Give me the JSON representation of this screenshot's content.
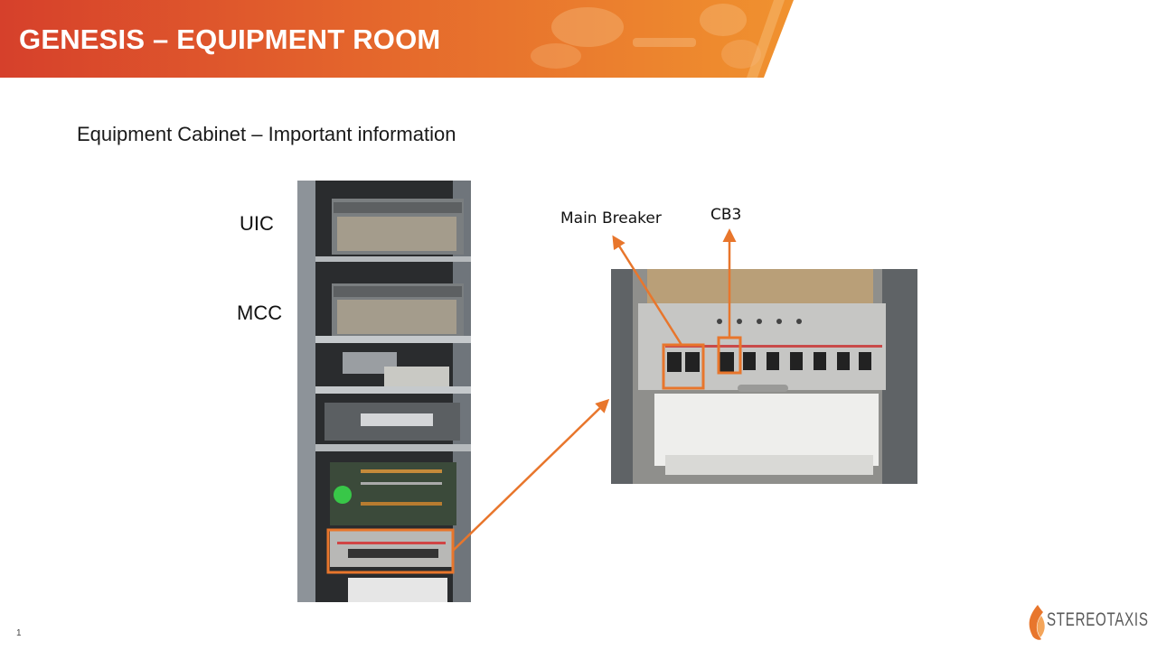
{
  "header": {
    "title": "GENESIS – EQUIPMENT ROOM"
  },
  "content": {
    "subtitle": "Equipment Cabinet – Important information",
    "labels": {
      "uic": "UIC",
      "mcc": "MCC"
    },
    "callouts": {
      "main_breaker": "Main Breaker",
      "cb3": "CB3"
    }
  },
  "footer": {
    "page_number": "1",
    "logo_text": "STEREOTAXIS"
  },
  "colors": {
    "accent": "#E8762C",
    "header_start": "#D9432B",
    "header_end": "#EE8A2E",
    "highlight_box": "#E8762C"
  }
}
